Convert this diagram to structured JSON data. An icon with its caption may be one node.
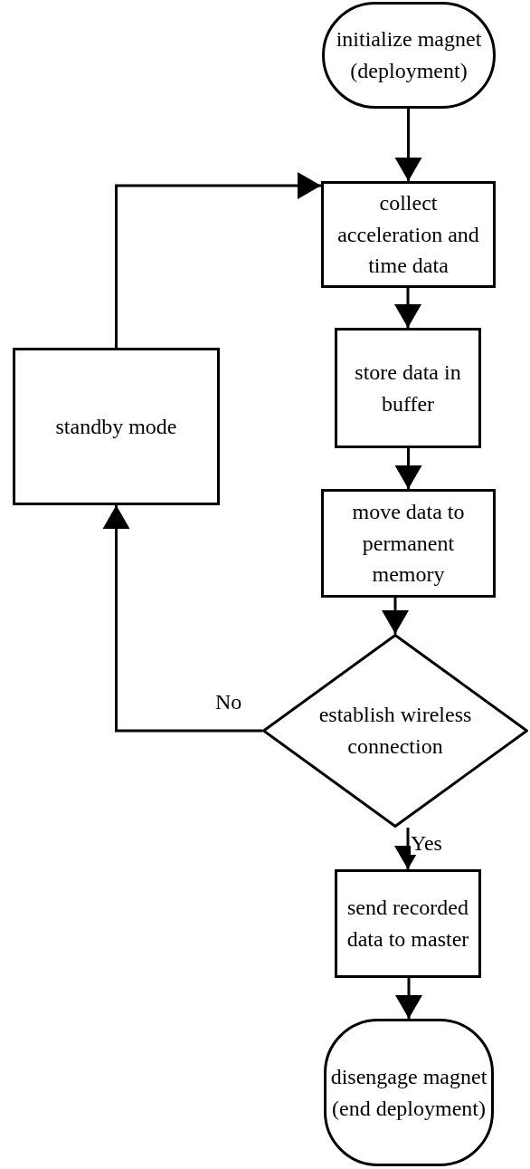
{
  "diagram": {
    "nodes": [
      {
        "text": [
          "initialize magnet (deployment)"
        ]
      },
      {
        "text": [
          "collect acceleration and time data"
        ]
      },
      {
        "text": [
          "store data in buffer"
        ]
      },
      {
        "text": [
          "move data to permanent memory"
        ]
      },
      {
        "text": [
          "establish wireless connection"
        ]
      },
      {
        "text": [
          "send recorded data to master"
        ]
      },
      {
        "text": [
          "disengage magnet (end deployment)"
        ]
      },
      {
        "text": [
          "standby mode"
        ]
      }
    ],
    "edges": [
      {
        "from": 0,
        "to": 1,
        "arrow": "to"
      },
      {
        "from": 1,
        "to": 2,
        "arrow": "to"
      },
      {
        "from": 2,
        "to": 3,
        "arrow": "to"
      },
      {
        "from": 3,
        "to": 4,
        "arrow": "to"
      },
      {
        "from": 4,
        "to": 5,
        "arrow": "to",
        "label": "Yes"
      },
      {
        "from": 5,
        "to": 6,
        "arrow": "to"
      },
      {
        "from": 4,
        "to": 7,
        "arrow": "to",
        "label": "No"
      },
      {
        "from": 7,
        "to": 1,
        "arrow": "to"
      }
    ]
  }
}
